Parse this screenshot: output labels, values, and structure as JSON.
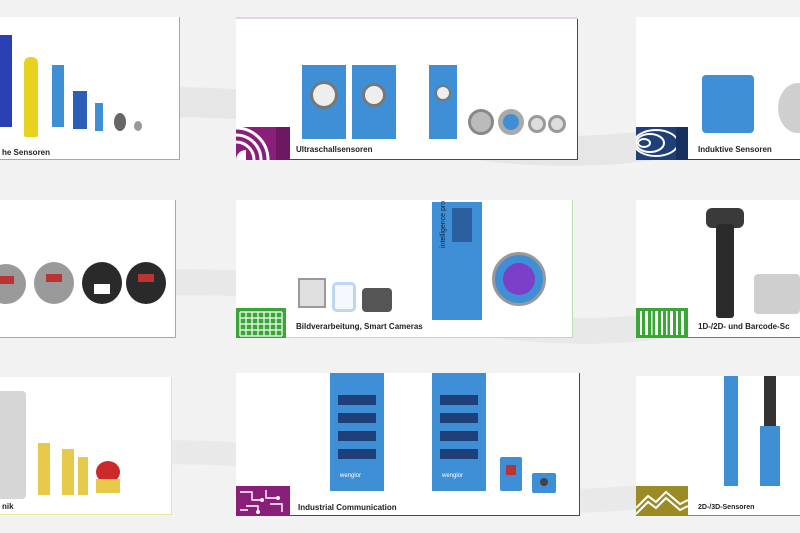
{
  "colors": {
    "background": "#f2f2f2",
    "product_blue": "#3f8fd6",
    "purple": "#8a1f7a",
    "green": "#3aa635",
    "navy": "#1f3f78",
    "olive": "#9b8b25",
    "light_blue": "#6fb8e8",
    "pink": "#d88ab8"
  },
  "categories": [
    {
      "id": "optische",
      "label": "he Sensoren",
      "accent": "#d88ab8",
      "icon": "optical-sensors-icon"
    },
    {
      "id": "ultraschall",
      "label": "Ultraschallsensoren",
      "accent": "#8a1f7a",
      "icon": "ultrasonic-waves-icon"
    },
    {
      "id": "induktiv",
      "label": "Induktive Sensoren",
      "accent": "#1f3f78",
      "icon": "inductive-field-icon"
    },
    {
      "id": "druck",
      "label": "",
      "accent": "#6fb8e8",
      "icon": "pressure-sensor-icon"
    },
    {
      "id": "bildverarbeitung",
      "label": "Bildverarbeitung, Smart Cameras",
      "accent": "#3aa635",
      "icon": "pixel-grid-icon"
    },
    {
      "id": "barcode",
      "label": "1D-/2D- und Barcode-Sc",
      "accent": "#3aa635",
      "icon": "barcode-icon"
    },
    {
      "id": "sicherheit",
      "label": "nik",
      "accent": "#e6c84a",
      "icon": "safety-icon"
    },
    {
      "id": "communication",
      "label": "Industrial Communication",
      "accent": "#8a1f7a",
      "icon": "circuit-icon"
    },
    {
      "id": "sensoren3d",
      "label": "2D-/3D-Sensoren",
      "accent": "#9b8b25",
      "icon": "profile-terrain-icon"
    }
  ],
  "device_text": {
    "camera_brand": "intelligence pro",
    "module_brand": "wenglor"
  }
}
